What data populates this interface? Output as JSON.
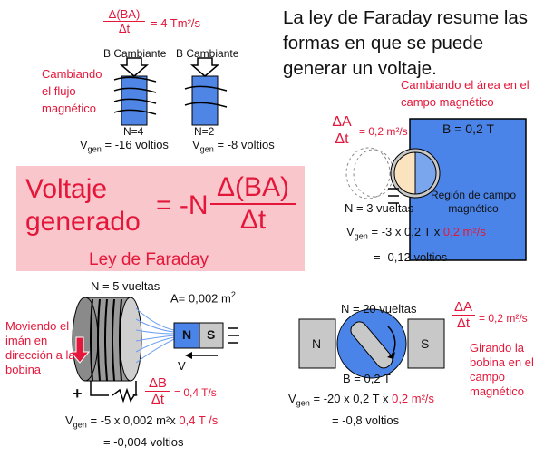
{
  "title": "La ley de Faraday resume las formas en que se puede generar un voltaje.",
  "top_formula": {
    "num": "Δ(BA)",
    "den": "Δt",
    "value": "= 4 Tm²/s"
  },
  "flux_section": {
    "label": "Cambiando el flujo magnético",
    "b_left": "B Cambiante",
    "b_right": "B Cambiante",
    "n_left": "N=4",
    "n_right": "N=2",
    "vgen_left_prefix": "V",
    "vgen_sub": "gen",
    "vgen_left_value": "= -16 voltios",
    "vgen_right_value": "= -8 voltios"
  },
  "banner": {
    "line1": "Voltaje",
    "line2": "generado",
    "eq_prefix": "= -N",
    "num": "Δ(BA)",
    "den": "Δt",
    "law": "Ley de Faraday"
  },
  "area_section": {
    "label": "Cambiando el área en el campo magnético",
    "num": "ΔA",
    "den": "Δt",
    "rate": "= 0,2 m²/s",
    "field": "B = 0,2 T",
    "region": "Región de campo magnético",
    "turns": "N = 3 vueltas",
    "vgen_eq_black": "= -3 x 0,2 T x ",
    "vgen_eq_red": "0,2 m²/s",
    "result": "= -0,12 voltios"
  },
  "magnet_section": {
    "turns": "N = 5 vueltas",
    "area": "A= 0,002 m",
    "area_sup": "2",
    "label": "Moviendo el imán en dirección a la bobina",
    "magnet_n": "N",
    "magnet_s": "S",
    "v_label": "V",
    "num": "ΔB",
    "den": "Δt",
    "rate": "= 0,4 T/s",
    "plus": "+",
    "minus": "-",
    "vgen_eq_black": "= -5 x 0,002 m²x ",
    "vgen_eq_red": "0,4 T /s",
    "result": "= -0,004 voltios"
  },
  "rotate_section": {
    "turns": "N = 20 vueltas",
    "pole_n": "N",
    "pole_s": "S",
    "field": "B = 0,2 T",
    "num": "ΔA",
    "den": "Δt",
    "rate": "= 0,2 m²/s",
    "label": "Girando la bobina en el campo magnético",
    "vgen_eq_black": "= -20 x 0,2 T x ",
    "vgen_eq_red": "0,2 m²/s",
    "result": "= -0,8 voltios"
  },
  "colors": {
    "accent_red": "#e4173a",
    "coil_blue": "#4f86e6",
    "banner_pink": "#f9c6cb",
    "field_blue": "#4b84e8"
  }
}
